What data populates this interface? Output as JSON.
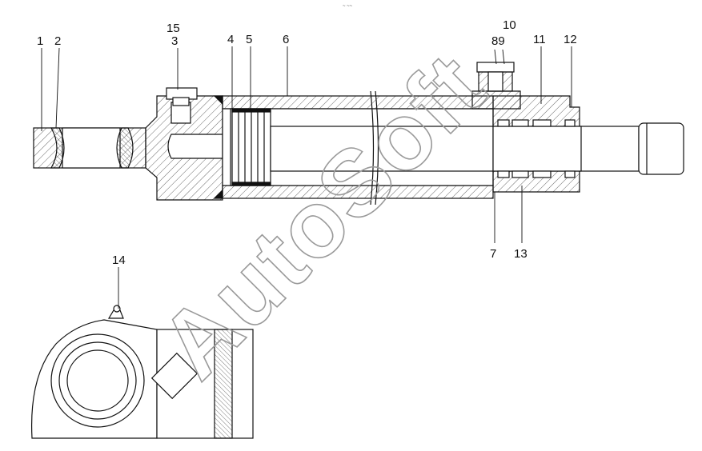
{
  "watermark": "AutoSoft",
  "top_mark": "~ ~~",
  "callouts": [
    {
      "id": "c1",
      "label": "1"
    },
    {
      "id": "c2",
      "label": "2"
    },
    {
      "id": "c15",
      "label": "15"
    },
    {
      "id": "c3",
      "label": "3"
    },
    {
      "id": "c4",
      "label": "4"
    },
    {
      "id": "c5",
      "label": "5"
    },
    {
      "id": "c6",
      "label": "6"
    },
    {
      "id": "c10",
      "label": "10"
    },
    {
      "id": "c89",
      "label": "89"
    },
    {
      "id": "c11",
      "label": "11"
    },
    {
      "id": "c12",
      "label": "12"
    },
    {
      "id": "c7",
      "label": "7"
    },
    {
      "id": "c13",
      "label": "13"
    },
    {
      "id": "c14",
      "label": "14"
    }
  ],
  "colors": {
    "line": "#111111",
    "hatch": "#444444",
    "watermark": "#9a9a9a",
    "background": "#ffffff"
  }
}
